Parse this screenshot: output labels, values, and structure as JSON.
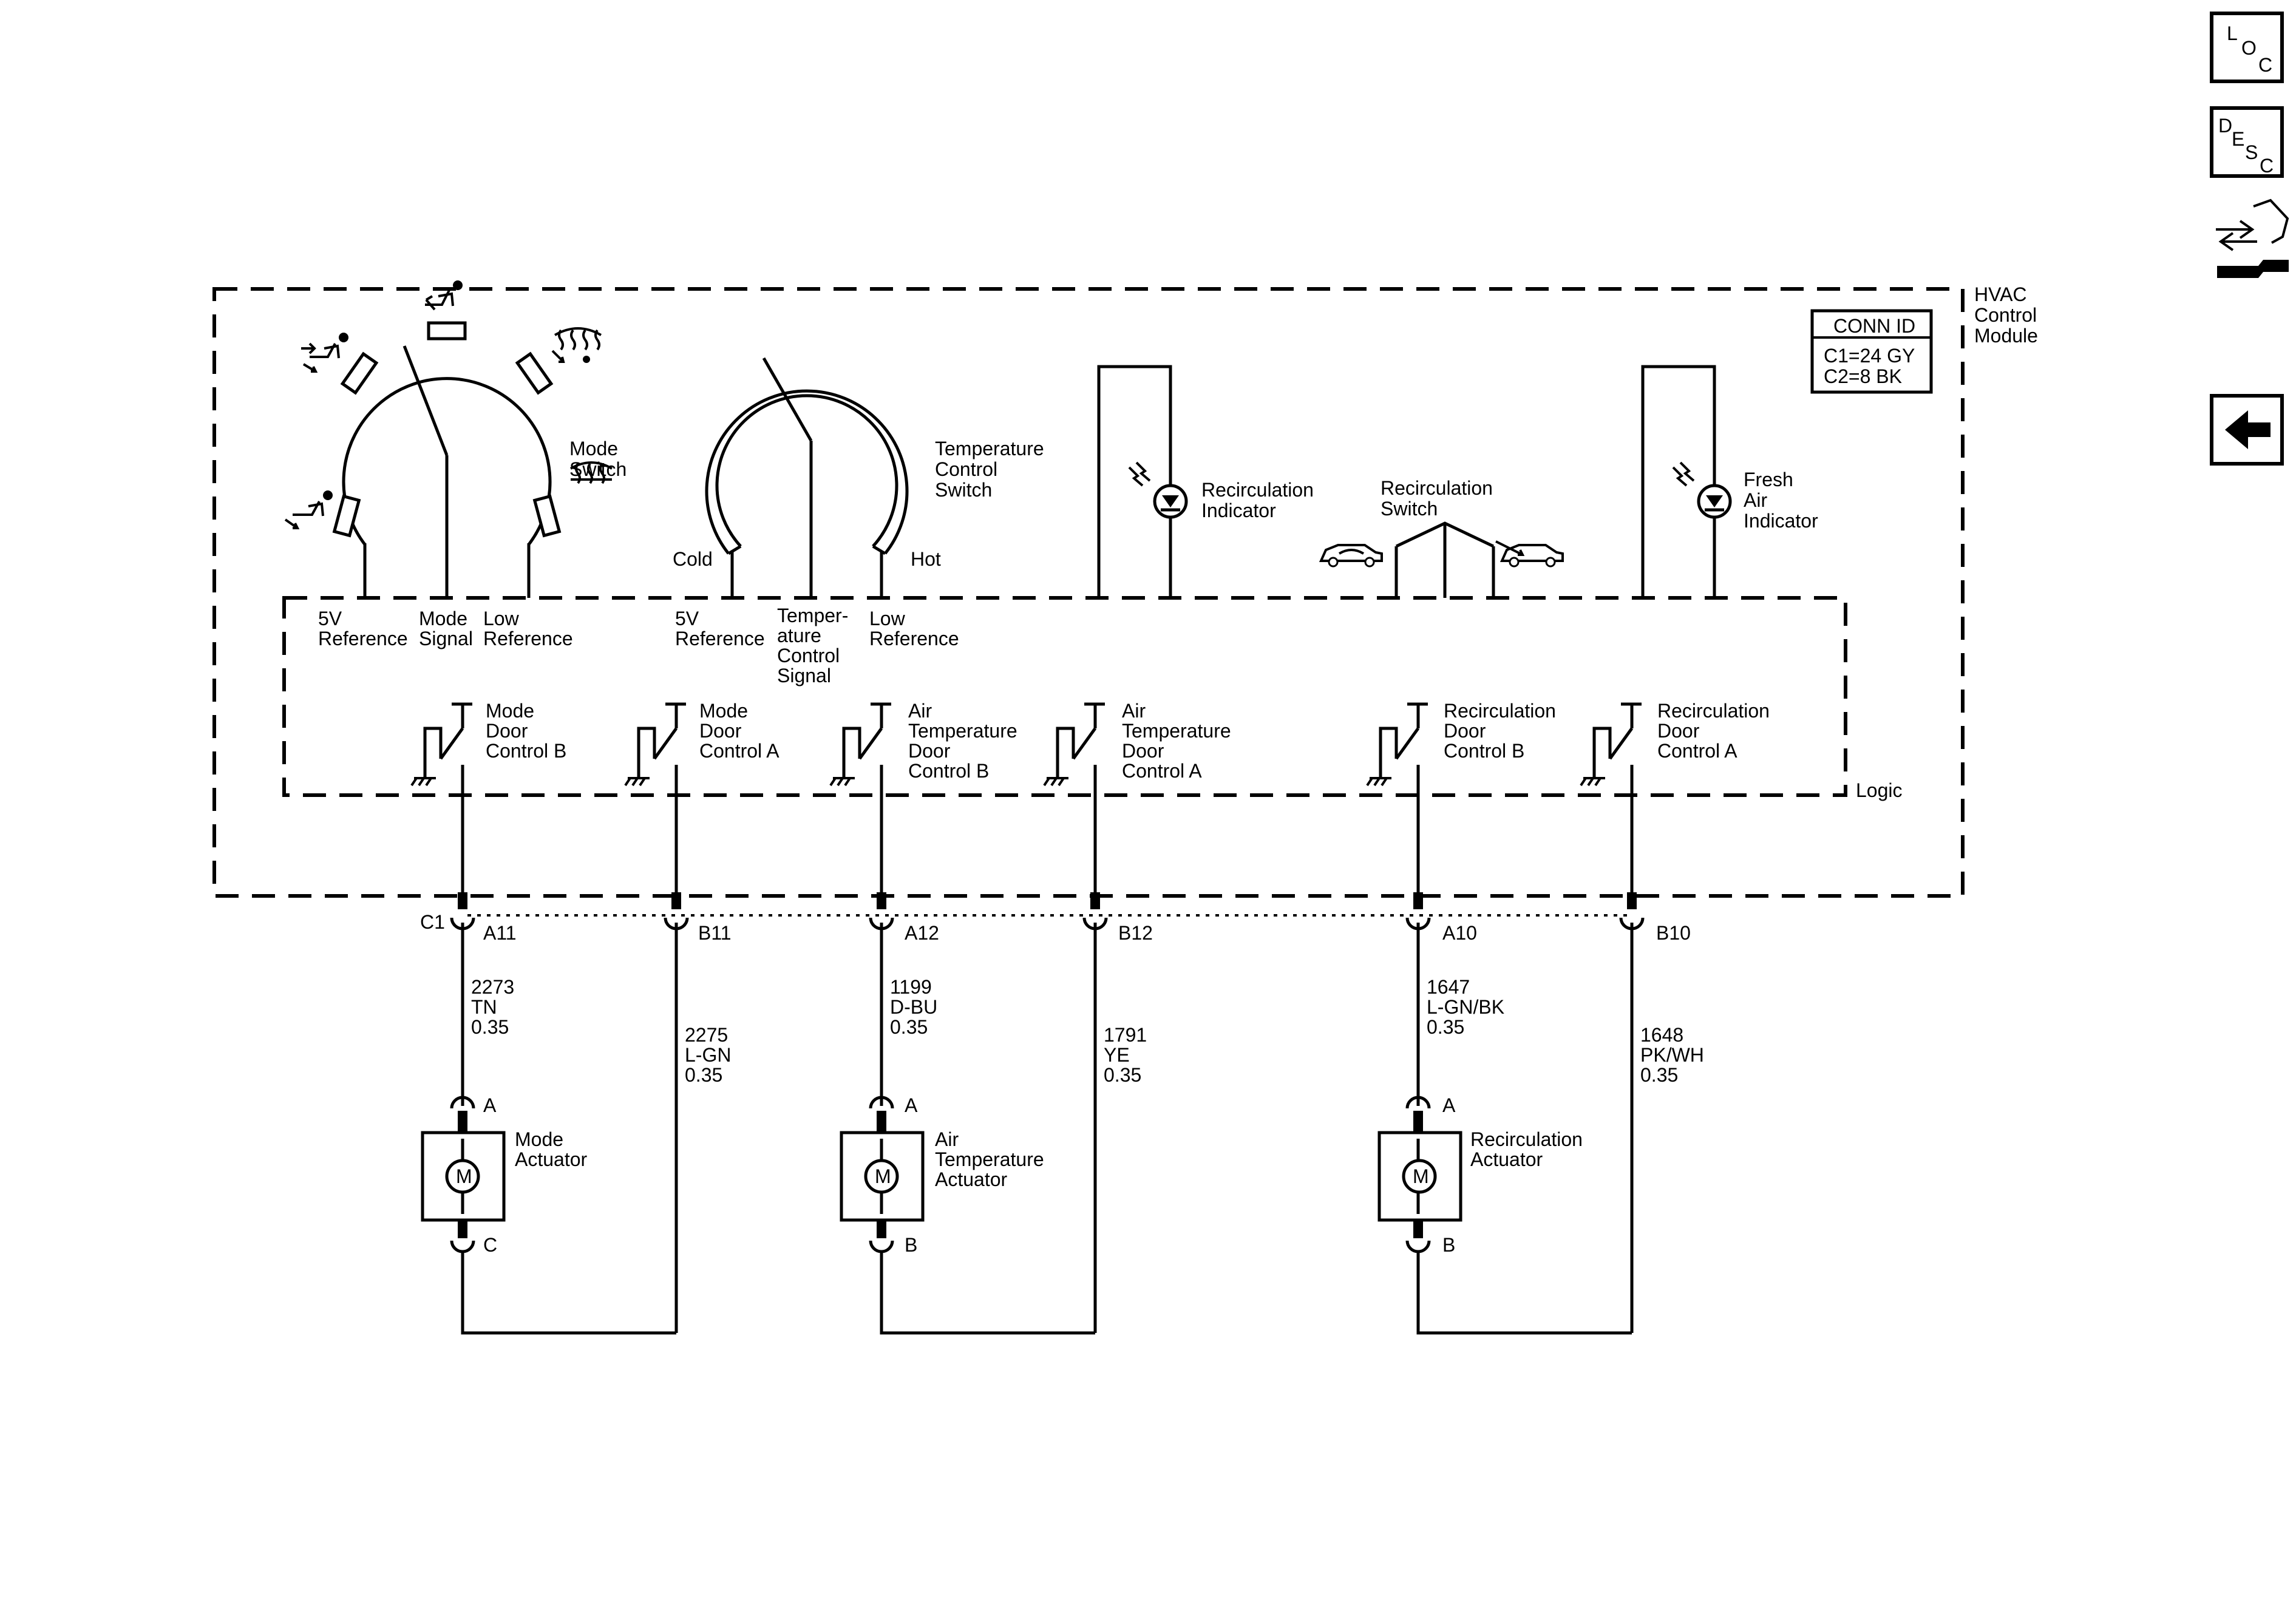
{
  "nav": {
    "loc": [
      "L",
      "O",
      "C"
    ],
    "desc": [
      "D",
      "E",
      "S",
      "C"
    ]
  },
  "module": {
    "name": [
      "HVAC",
      "Control",
      "Module"
    ],
    "conn_id": {
      "title": "CONN ID",
      "lines": [
        "C1=24 GY",
        "C2=8 BK"
      ]
    },
    "logic_label": "Logic"
  },
  "mode_switch": {
    "label": [
      "Mode",
      "Switch"
    ],
    "terminals": [
      [
        "5V",
        "Reference"
      ],
      [
        "Mode",
        "Signal"
      ],
      [
        "Low",
        "Reference"
      ]
    ]
  },
  "temp_switch": {
    "label": [
      "Temperature",
      "Control",
      "Switch"
    ],
    "cold": "Cold",
    "hot": "Hot",
    "terminals": [
      [
        "5V",
        "Reference"
      ],
      [
        "Temper-",
        "ature",
        "Control",
        "Signal"
      ],
      [
        "Low",
        "Reference"
      ]
    ]
  },
  "recirc_indicator": {
    "label": [
      "Recirculation",
      "Indicator"
    ]
  },
  "recirc_switch": {
    "label": [
      "Recirculation",
      "Switch"
    ]
  },
  "fresh_indicator": {
    "label": [
      "Fresh",
      "Air",
      "Indicator"
    ]
  },
  "drivers": [
    {
      "label": [
        "Mode",
        "Door",
        "Control B"
      ]
    },
    {
      "label": [
        "Mode",
        "Door",
        "Control A"
      ]
    },
    {
      "label": [
        "Air",
        "Temperature",
        "Door",
        "Control B"
      ]
    },
    {
      "label": [
        "Air",
        "Temperature",
        "Door",
        "Control A"
      ]
    },
    {
      "label": [
        "Recirculation",
        "Door",
        "Control B"
      ]
    },
    {
      "label": [
        "Recirculation",
        "Door",
        "Control A"
      ]
    }
  ],
  "connector": "C1",
  "pins": [
    "A11",
    "B11",
    "A12",
    "B12",
    "A10",
    "B10"
  ],
  "wires": [
    [
      "2273",
      "TN",
      "0.35"
    ],
    [
      "2275",
      "L-GN",
      "0.35"
    ],
    [
      "1199",
      "D-BU",
      "0.35"
    ],
    [
      "1791",
      "YE",
      "0.35"
    ],
    [
      "1647",
      "L-GN/BK",
      "0.35"
    ],
    [
      "1648",
      "PK/WH",
      "0.35"
    ]
  ],
  "actuators": [
    {
      "label": [
        "Mode",
        "Actuator"
      ],
      "motor": "M",
      "pin_top": "A",
      "pin_bottom": "C"
    },
    {
      "label": [
        "Air",
        "Temperature",
        "Actuator"
      ],
      "motor": "M",
      "pin_top": "A",
      "pin_bottom": "B"
    },
    {
      "label": [
        "Recirculation",
        "Actuator"
      ],
      "motor": "M",
      "pin_top": "A",
      "pin_bottom": "B"
    }
  ]
}
